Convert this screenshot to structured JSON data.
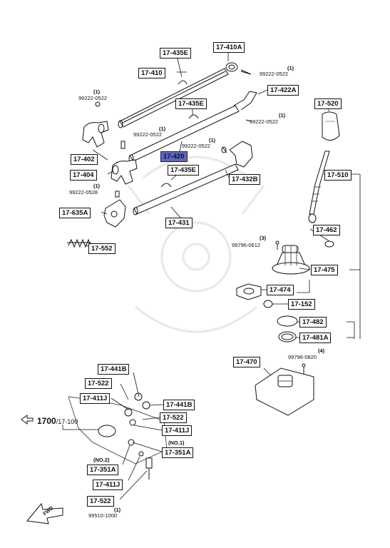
{
  "labels": {
    "p17435E_a": "17-435E",
    "p17410A": "17-410A",
    "p17410": "17-410",
    "p17422A": "17-422A",
    "p17435E_b": "17-435E",
    "p17520": "17-520",
    "p17402": "17-402",
    "p17420": "17-420",
    "p17435E_c": "17-435E",
    "p17404": "17-404",
    "p17432B": "17-432B",
    "p17510": "17-510",
    "p17635A": "17-635A",
    "p17431": "17-431",
    "p17462": "17-462",
    "p17552": "17-552",
    "p17475": "17-475",
    "p17474": "17-474",
    "p17152": "17-152",
    "p17482": "17-482",
    "p17481A": "17-481A",
    "p17470": "17-470",
    "p17441B_a": "17-441B",
    "p17522_a": "17-522",
    "p17411J_a": "17-411J",
    "p17441B_b": "17-441B",
    "p17522_b": "17-522",
    "p17411J_b": "17-411J",
    "p17351A_a": "17-351A",
    "p17351A_b": "17-351A",
    "p17411J_c": "17-411J",
    "p17522_c": "17-522"
  },
  "notes": {
    "n99222_1": "99222-0522",
    "n99222_2": "99222-0522",
    "n99222_3": "99222-0522",
    "n99222_4": "99222-0522",
    "n99222_5": "99222-0522",
    "n99222_0528": "99222-0528",
    "n99796_0612": "99796-0612",
    "n99796_0820": "99796-0820",
    "n99510": "99510-1000",
    "q1": "(1)",
    "q2": "(1)",
    "q3": "(1)",
    "q4": "(1)",
    "q5": "(1)",
    "q6": "(1)",
    "q7": "(3)",
    "q8": "(4)",
    "q9": "(1)",
    "no1": "(NO.1)",
    "no2": "(NO.2)"
  },
  "reference": {
    "main": "1700",
    "sub": "/17-100"
  },
  "fwd_label": "FWD",
  "highlight_color": "#5b66c8"
}
